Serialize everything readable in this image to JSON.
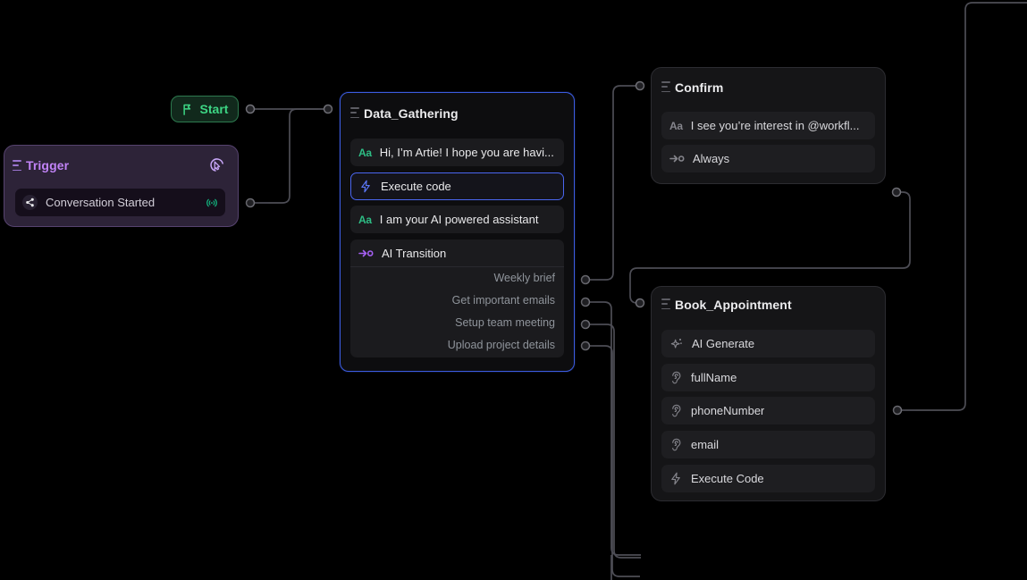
{
  "canvas": {
    "background": "#000000",
    "edge_color": "#4d4d55",
    "port_fill": "#232327",
    "port_ring": "#75757c"
  },
  "start": {
    "label": "Start",
    "accent": "#3dd584"
  },
  "trigger": {
    "title": "Trigger",
    "accent": "#c183f7",
    "items": [
      {
        "icon": "share-icon",
        "label": "Conversation Started",
        "trailing_icon": "broadcast-icon",
        "trailing_color": "#12b981"
      }
    ]
  },
  "data_gathering": {
    "title": "Data_Gathering",
    "border_color": "#3c5ce0",
    "items": [
      {
        "icon": "text-icon",
        "icon_color": "#2ebd85",
        "label": "Hi, I’m Artie! I hope you are havi...",
        "selected": false
      },
      {
        "icon": "code-icon",
        "icon_color": "#5b77f7",
        "label": "Execute code",
        "selected": true
      },
      {
        "icon": "text-icon",
        "icon_color": "#2ebd85",
        "label": "I am your AI powered assistant",
        "selected": false
      },
      {
        "icon": "transition-icon",
        "icon_color": "#a560f2",
        "label": "AI Transition",
        "selected": false
      }
    ],
    "branches": [
      "Weekly brief",
      "Get important emails",
      "Setup team meeting",
      "Upload project details"
    ]
  },
  "confirm": {
    "title": "Confirm",
    "items": [
      {
        "icon": "text-icon",
        "icon_color": "#85858c",
        "label": "I see you’re interest in @workfl..."
      },
      {
        "icon": "transition-icon",
        "icon_color": "#85858c",
        "label": "Always"
      }
    ]
  },
  "book_appointment": {
    "title": "Book_Appointment",
    "items": [
      {
        "icon": "ai-generate-icon",
        "icon_color": "#85858c",
        "label": "AI Generate"
      },
      {
        "icon": "capture-icon",
        "icon_color": "#85858c",
        "label": "fullName"
      },
      {
        "icon": "capture-icon",
        "icon_color": "#85858c",
        "label": "phoneNumber"
      },
      {
        "icon": "capture-icon",
        "icon_color": "#85858c",
        "label": "email"
      },
      {
        "icon": "code-icon",
        "icon_color": "#85858c",
        "label": "Execute Code"
      }
    ]
  }
}
